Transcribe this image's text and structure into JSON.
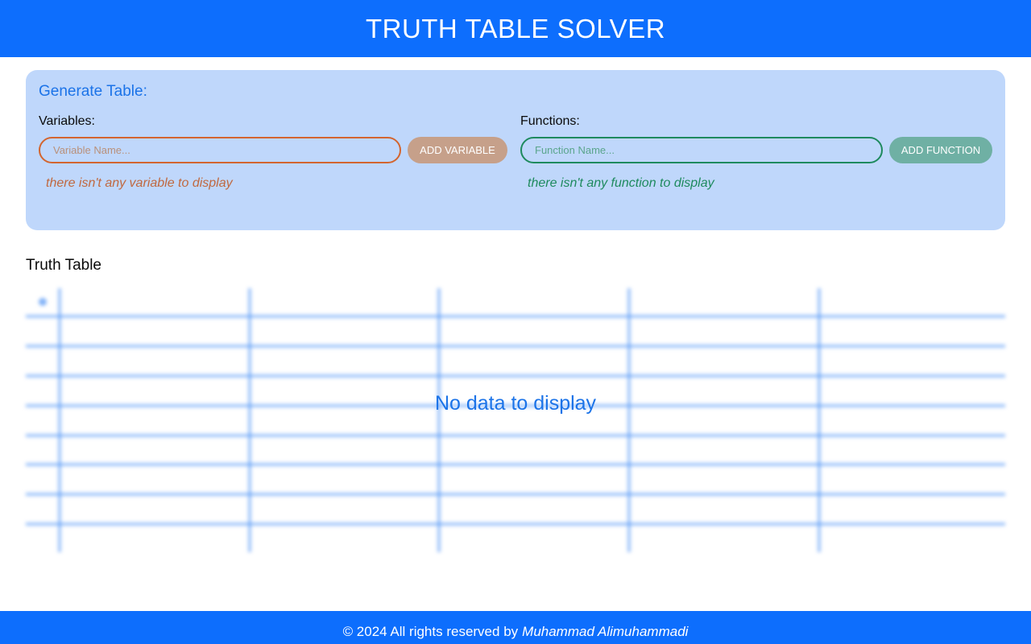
{
  "header": {
    "title": "TRUTH TABLE SOLVER"
  },
  "generate": {
    "title": "Generate Table:",
    "variables": {
      "label": "Variables:",
      "input_placeholder": "Variable Name...",
      "input_value": "",
      "button_label": "ADD VARIABLE",
      "empty_message": "there isn't any variable to display"
    },
    "functions": {
      "label": "Functions:",
      "input_placeholder": "Function Name...",
      "input_value": "",
      "button_label": "ADD FUNCTION",
      "empty_message": "there isn't any function to display"
    }
  },
  "truth_table": {
    "title": "Truth Table",
    "empty_message": "No data to display"
  },
  "footer": {
    "copyright": "© 2024 All rights reserved by",
    "author": "Muhammad Alimuhammadi"
  },
  "colors": {
    "primary": "#0d6efd",
    "panel_bg": "#bfd7fb",
    "variable_accent": "#d3652f",
    "function_accent": "#1e8a5e"
  }
}
